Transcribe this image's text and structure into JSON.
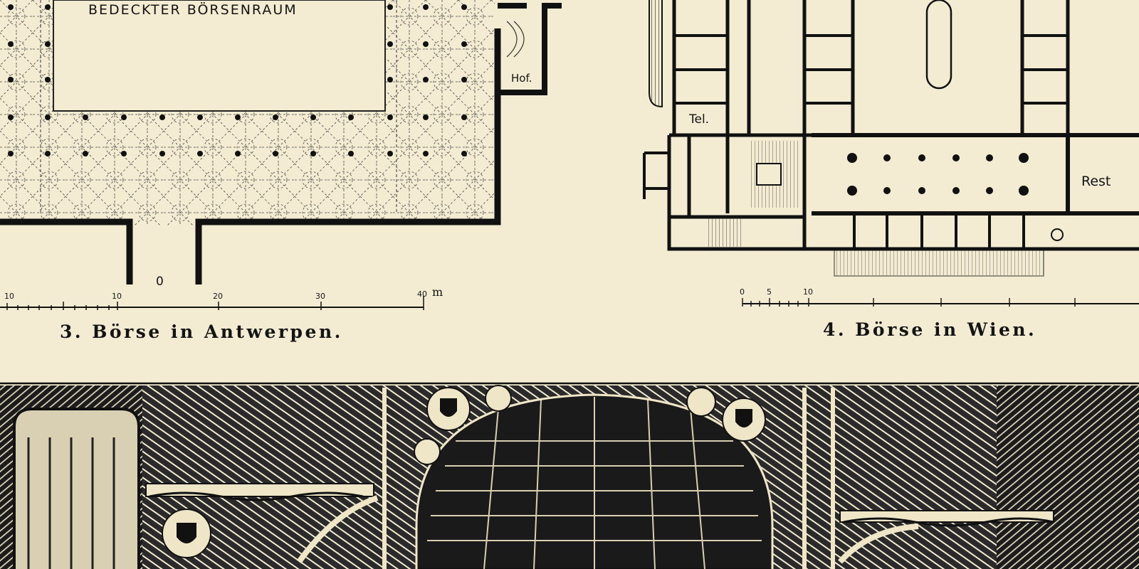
{
  "plan_antwerp": {
    "hall_label": "BEDECKTER BÖRSENRAUM",
    "court_label": "Hof.",
    "entrance_label": "0",
    "caption": "3. Börse in Antwerpen.",
    "scale": {
      "ticks": [
        "10",
        "10",
        "20",
        "30",
        "40"
      ],
      "unit": "m"
    }
  },
  "plan_vienna": {
    "room_label_tel": "Tel.",
    "room_label_rest": "Rest",
    "caption": "4. Börse in Wien.",
    "scale": {
      "ticks": [
        "0",
        "5",
        "10"
      ]
    }
  }
}
